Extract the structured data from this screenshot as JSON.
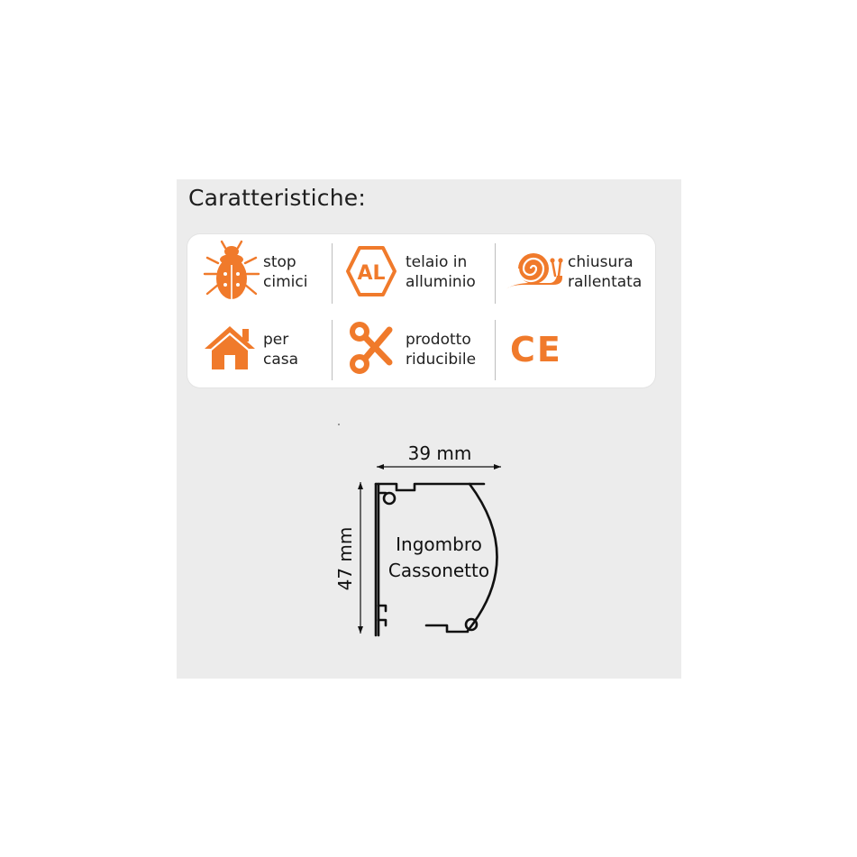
{
  "panel": {
    "title": "Caratteristiche:"
  },
  "features": [
    {
      "icon": "bug-icon",
      "line1": "stop",
      "line2": "cimici"
    },
    {
      "icon": "aluminium-al-icon",
      "line1": "telaio in",
      "line2": "alluminio",
      "icon_text": "AL"
    },
    {
      "icon": "snail-icon",
      "line1": "chiusura",
      "line2": "rallentata"
    },
    {
      "icon": "house-icon",
      "line1": "per",
      "line2": "casa"
    },
    {
      "icon": "scissors-icon",
      "line1": "prodotto",
      "line2": "riducibile"
    },
    {
      "icon": "ce-mark-icon",
      "icon_text": "CE"
    }
  ],
  "diagram": {
    "width_label": "39 mm",
    "height_label": "47 mm",
    "center_line1": "Ingombro",
    "center_line2": "Cassonetto"
  },
  "colors": {
    "accent": "#f07a2b",
    "panel_bg": "#ececec",
    "card_bg": "#ffffff",
    "line": "#111111"
  }
}
